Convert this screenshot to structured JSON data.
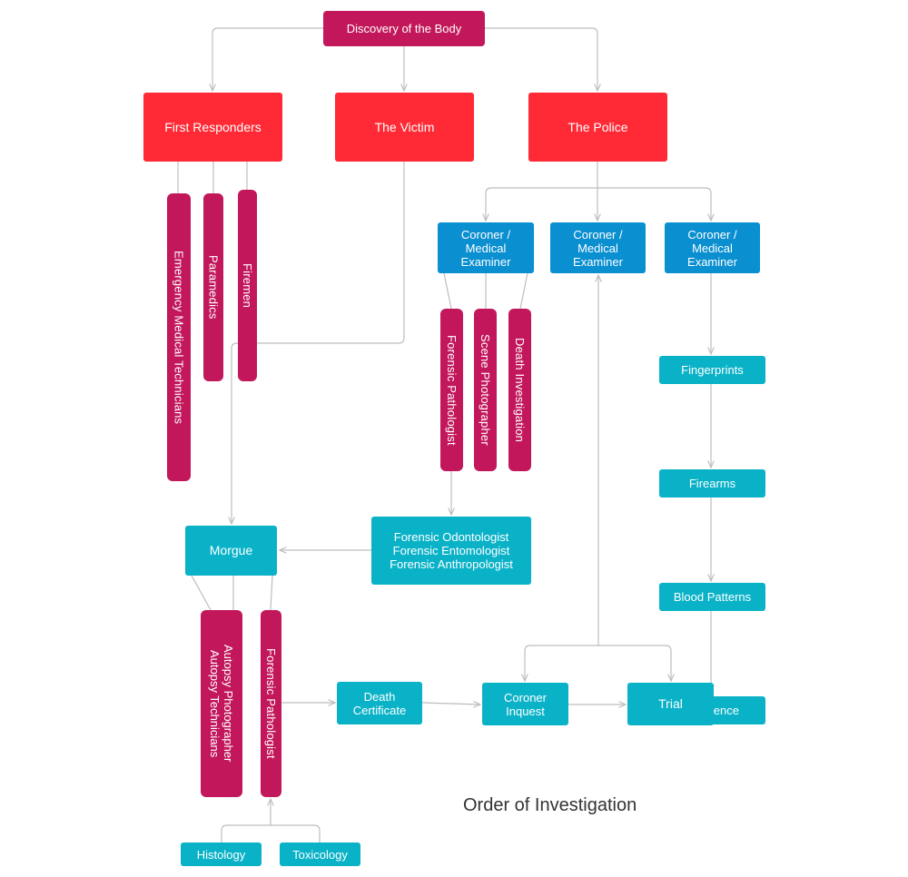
{
  "diagram": {
    "caption": "Order of Investigation",
    "nodes": {
      "discovery": "Discovery of the Body",
      "first_responders": "First Responders",
      "victim": "The Victim",
      "police": "The Police",
      "emt": "Emergency Medical Technicians",
      "paramedics": "Paramedics",
      "firemen": "Firemen",
      "coroner_1": "Coroner /\nMedical\nExaminer",
      "coroner_2": "Coroner /\nMedical\nExaminer",
      "coroner_3": "Coroner /\nMedical\nExaminer",
      "forensic_pathologist_scene": "Forensic Pathologist",
      "scene_photographer": "Scene Photographer",
      "death_investigation": "Death Investigation",
      "forensic_specialists": "Forensic Odontologist\nForensic Entomologist\nForensic Anthropologist",
      "morgue": "Morgue",
      "autopsy_tech_photo": "Autopsy Photographer\nAutopsy Technicians",
      "forensic_pathologist_morgue": "Forensic Pathologist",
      "histology": "Histology",
      "toxicology": "Toxicology",
      "death_certificate": "Death\nCertificate",
      "coroner_inquest": "Coroner\nInquest",
      "trial": "Trial",
      "fingerprints": "Fingerprints",
      "firearms": "Firearms",
      "blood_patterns": "Blood Patterns",
      "evidence_partial": "ence"
    },
    "colors": {
      "magenta": "#c2185b",
      "red": "#ff2a35",
      "blue": "#0a8fd0",
      "teal": "#0ab2c8",
      "connector": "#bdbdbd"
    }
  }
}
